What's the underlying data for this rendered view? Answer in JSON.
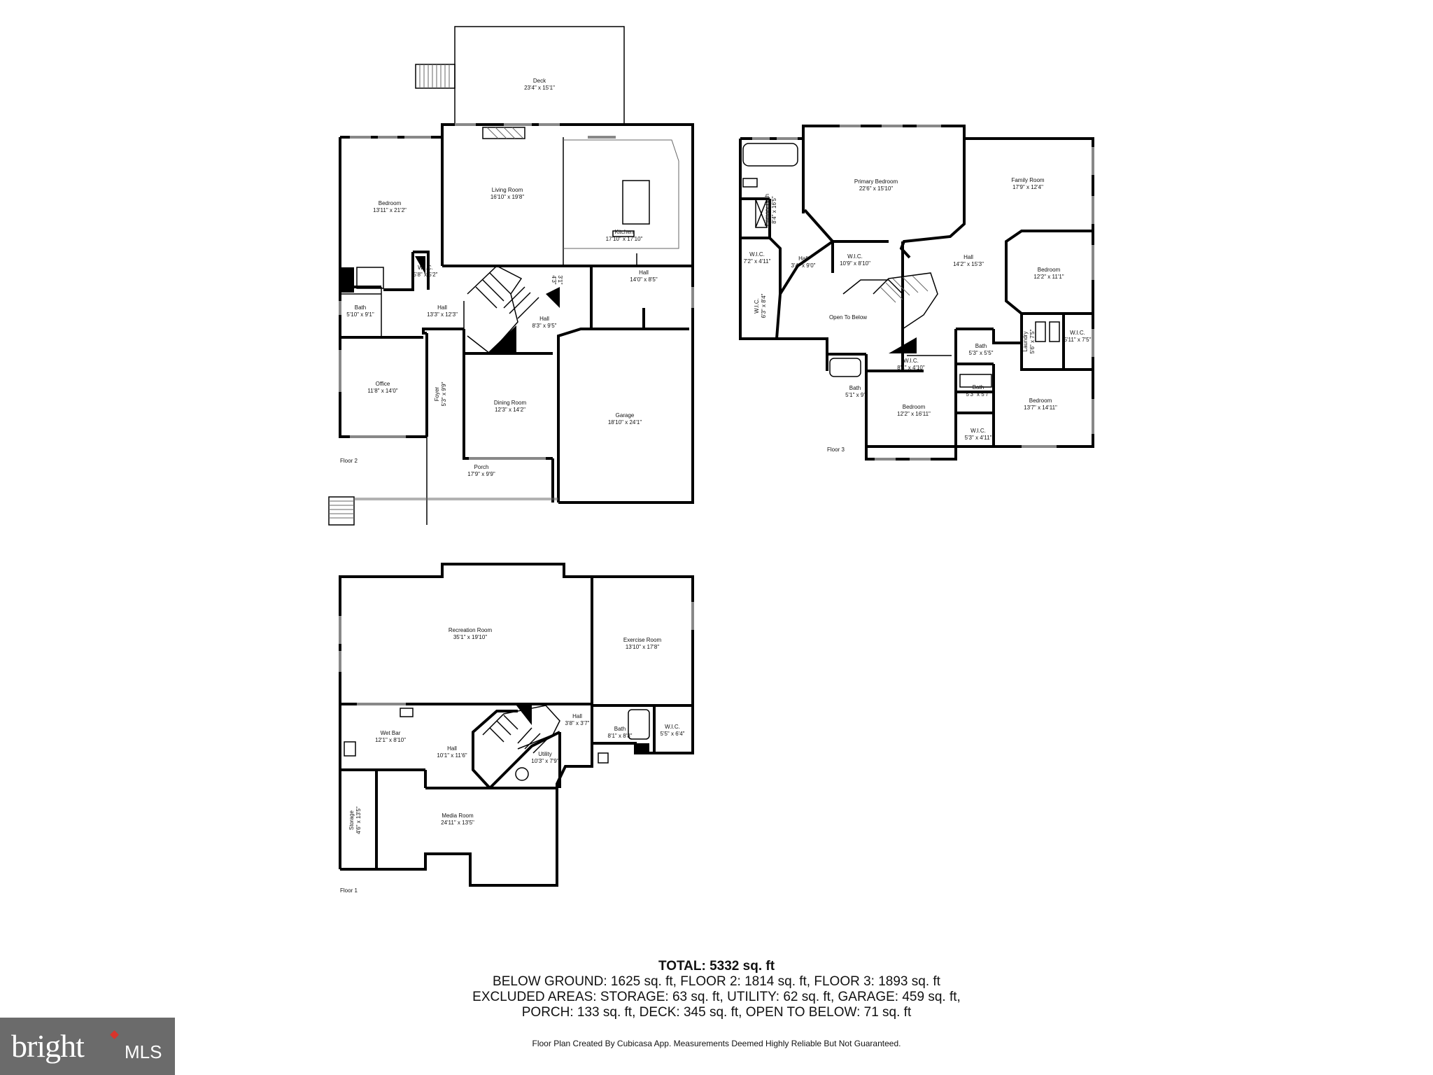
{
  "floors": {
    "floor2": "Floor 2",
    "floor3": "Floor 3",
    "floor1": "Floor 1"
  },
  "rooms": {
    "f2": {
      "deck": {
        "name": "Deck",
        "dim": "23'4\" x 15'1\""
      },
      "bedroom": {
        "name": "Bedroom",
        "dim": "13'11\" x 21'2\""
      },
      "living": {
        "name": "Living Room",
        "dim": "16'10\" x 19'8\""
      },
      "kitchen": {
        "name": "Kitchen",
        "dim": "17'10\" x 17'10\""
      },
      "wic": {
        "name": "W.I.C.",
        "dim": "5'8\" x 5'2\""
      },
      "bath": {
        "name": "Bath",
        "dim": "5'10\" x 9'1\""
      },
      "hall1": {
        "name": "Hall",
        "dim": "13'3\" x 12'3\""
      },
      "hall2": {
        "name": "Hall",
        "dim": "8'3\" x 9'5\""
      },
      "hall3": {
        "name": "Hall",
        "dim": "14'0\" x 8'5\""
      },
      "pantry": {
        "name": "4'3\"",
        "dim": "3'1\""
      },
      "office": {
        "name": "Office",
        "dim": "11'8\" x 14'0\""
      },
      "foyer": {
        "name": "Foyer",
        "dim": "5'3\" x 9'9\""
      },
      "dining": {
        "name": "Dining Room",
        "dim": "12'3\" x 14'2\""
      },
      "garage": {
        "name": "Garage",
        "dim": "18'10\" x 24'1\""
      },
      "porch": {
        "name": "Porch",
        "dim": "17'9\" x 9'9\""
      }
    },
    "f3": {
      "primary": {
        "name": "Primary Bedroom",
        "dim": "22'6\" x 15'10\""
      },
      "primarybath": {
        "name": "Primary Bath",
        "dim": "8'4\" x 16'5\""
      },
      "family": {
        "name": "Family Room",
        "dim": "17'9\" x 12'4\""
      },
      "wic1": {
        "name": "W.I.C.",
        "dim": "7'2\" x 4'11\""
      },
      "hallA": {
        "name": "Hall",
        "dim": "3'4\" x 9'0\""
      },
      "wic2": {
        "name": "W.I.C.",
        "dim": "10'9\" x 8'10\""
      },
      "hallB": {
        "name": "Hall",
        "dim": "14'2\" x 15'3\""
      },
      "bedroom1": {
        "name": "Bedroom",
        "dim": "12'2\" x 11'1\""
      },
      "wic3": {
        "name": "W.I.C.",
        "dim": "6'3\" x 8'4\""
      },
      "open": {
        "name": "Open To Below",
        "dim": ""
      },
      "bath1": {
        "name": "Bath",
        "dim": "5'3\" x 5'5\""
      },
      "laundry": {
        "name": "Laundry",
        "dim": "5'6\" x 7'5\""
      },
      "wic4": {
        "name": "W.I.C.",
        "dim": "5'11\" x 7'5\""
      },
      "wic5": {
        "name": "W.I.C.",
        "dim": "8'4\" x 4'10\""
      },
      "bath2": {
        "name": "Bath",
        "dim": "5'1\" x 9'"
      },
      "bedroom2": {
        "name": "Bedroom",
        "dim": "12'2\" x 16'11\""
      },
      "bath3": {
        "name": "Bath",
        "dim": "5'3\" x 5'7\""
      },
      "bedroom3": {
        "name": "Bedroom",
        "dim": "13'7\" x 14'11\""
      },
      "wic6": {
        "name": "W.I.C.",
        "dim": "5'3\" x 4'11\""
      }
    },
    "f1": {
      "rec": {
        "name": "Recreation Room",
        "dim": "35'1\" x 19'10\""
      },
      "exercise": {
        "name": "Exercise Room",
        "dim": "13'10\" x 17'8\""
      },
      "wetbar": {
        "name": "Wet Bar",
        "dim": "12'1\" x 8'10\""
      },
      "hall1": {
        "name": "Hall",
        "dim": "10'1\" x 11'6\""
      },
      "hall2": {
        "name": "Hall",
        "dim": "3'8\" x 3'7\""
      },
      "utility": {
        "name": "Utility",
        "dim": "10'3\" x 7'9\""
      },
      "bath": {
        "name": "Bath",
        "dim": "8'1\" x 8'3\""
      },
      "wic": {
        "name": "W.I.C.",
        "dim": "5'5\" x 6'4\""
      },
      "storage": {
        "name": "Storage",
        "dim": "4'6\" x 13'5\""
      },
      "media": {
        "name": "Media Room",
        "dim": "24'11\" x 13'5\""
      }
    }
  },
  "totals": {
    "line1": "TOTAL: 5332 sq. ft",
    "line2": "BELOW GROUND: 1625 sq. ft, FLOOR 2: 1814 sq. ft, FLOOR 3: 1893 sq. ft",
    "line3": "EXCLUDED AREAS: STORAGE: 63 sq. ft, UTILITY: 62 sq. ft, GARAGE: 459 sq. ft,",
    "line4": "PORCH: 133 sq. ft, DECK: 345 sq. ft, OPEN TO BELOW: 71 sq. ft"
  },
  "credit": "Floor Plan Created By Cubicasa App. Measurements Deemed Highly Reliable But Not Guaranteed.",
  "logo": {
    "brand": "bright",
    "suffix": "MLS",
    "accent": "#d8342c"
  }
}
